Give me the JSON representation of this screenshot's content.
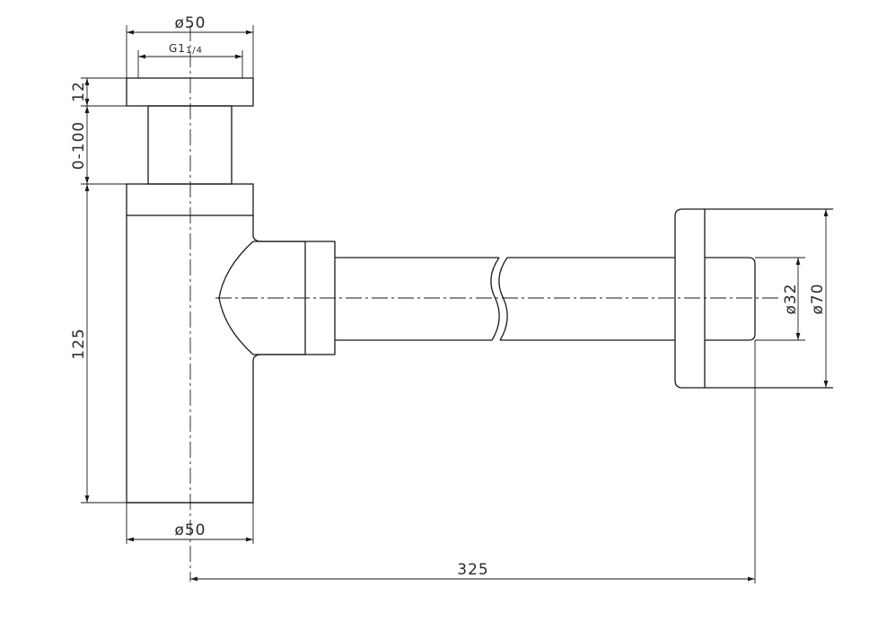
{
  "dimensions": {
    "top_diameter": "ø50",
    "thread": "G1",
    "thread_fraction": "1/4",
    "cap_height": "12",
    "adjust_range": "0-100",
    "body_height": "125",
    "bottom_diameter": "ø50",
    "outlet_pipe_diameter": "ø32",
    "wall_flange_diameter": "ø70",
    "total_length": "325"
  },
  "colors": {
    "line": "#1a1a1a",
    "background": "#ffffff"
  }
}
